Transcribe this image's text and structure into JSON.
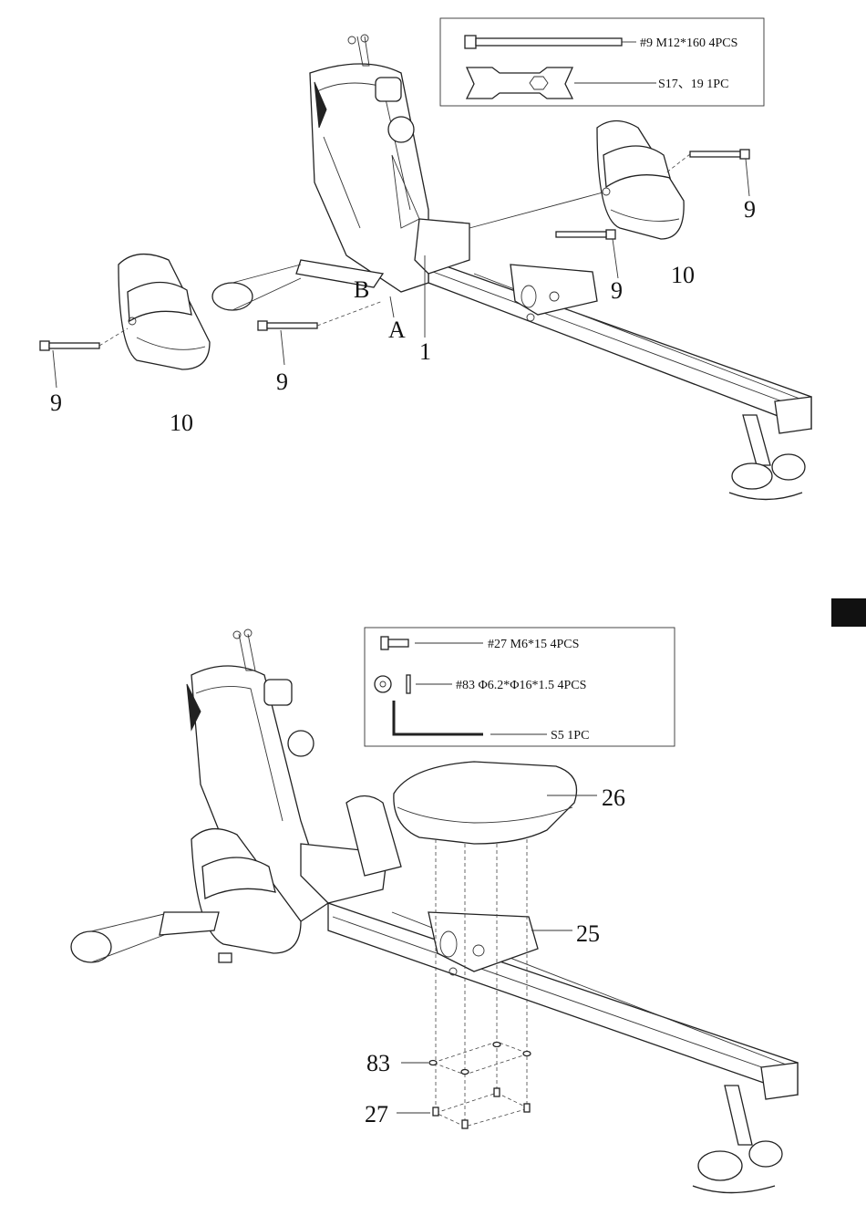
{
  "step1": {
    "parts_box": {
      "bolt_label": "#9 M12*160 4PCS",
      "wrench_label": "S17、19 1PC"
    },
    "callouts": {
      "bolt_left": "9",
      "pedal_left": "10",
      "bolt_mid": "9",
      "point_a": "A",
      "point_b": "B",
      "frame": "1",
      "bolt_right_low": "9",
      "pedal_right": "10",
      "bolt_right_top": "9"
    }
  },
  "step2": {
    "parts_box": {
      "bolt_label": "#27 M6*15 4PCS",
      "washer_label": "#83 Φ6.2*Φ16*1.5 4PCS",
      "hexkey_label": "S5 1PC"
    },
    "callouts": {
      "seat": "26",
      "carriage": "25",
      "washer": "83",
      "bolt": "27"
    }
  },
  "colors": {
    "line": "#222222",
    "tab": "#111111"
  }
}
